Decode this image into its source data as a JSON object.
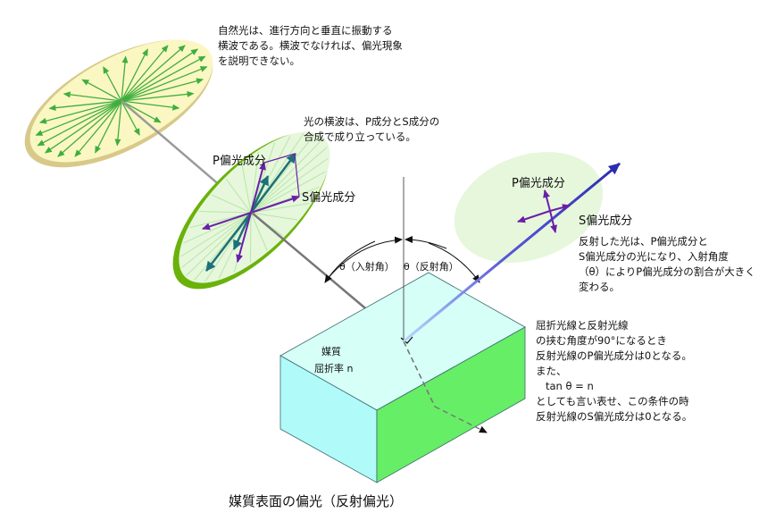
{
  "caption": "媒質表面の偏光（反射偏光）",
  "notes": {
    "natural_light": "自然光は、進行方向と垂直に振動する\n横波である。横波でなければ、偏光現象\nを説明できない。",
    "transverse": "光の横波は、P成分とS成分の\n合成で成り立っている。",
    "reflected": "反射した光は、P偏光成分と\nS偏光成分の光になり、入射角度\n（θ）によりP偏光成分の割合が大きく\n変わる。",
    "brewster": "屈折光線と反射光線\nの挟む角度が90°になるとき\n反射光線のP偏光成分は0となる。\nまた、\n   tan θ = n\nとしても言い表せ、この条件の時\n反射光線のS偏光成分は0となる。"
  },
  "labels": {
    "p_left": "P偏光成分",
    "s_left": "S偏光成分",
    "p_right": "P偏光成分",
    "s_right": "S偏光成分",
    "incident_angle": "θ（入射角）",
    "reflect_angle": "θ（反射角）",
    "medium": "媒質",
    "refractive_index": "屈折率 n"
  },
  "colors": {
    "disk_fill": "#fbf7c2",
    "disk_rim": "#d8c98a",
    "green_arrow": "#3fae3f",
    "ellipse_fill": "#e6f7dc",
    "ellipse_rim": "#6ab20a",
    "teal_arrow": "#1d6f7a",
    "purple_arrow": "#6a1fa8",
    "reflected_ray": "#2c2cb0",
    "box_top": "#d6fff8",
    "box_front": "#b0fafa",
    "box_side": "#66ee66"
  }
}
